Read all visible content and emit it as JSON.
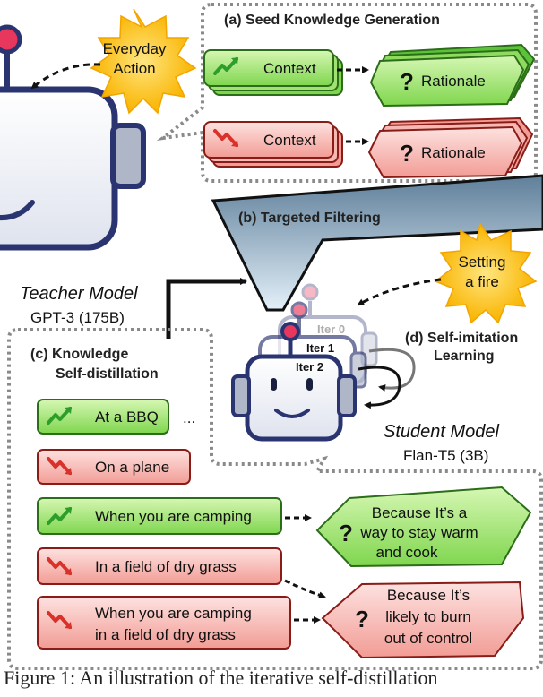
{
  "teacher": {
    "title": "Teacher Model",
    "subtitle": "GPT-3 (175B)"
  },
  "student": {
    "title": "Student Model",
    "subtitle": "Flan-T5 (3B)",
    "iterations": [
      "Iter 0",
      "Iter 1",
      "Iter 2"
    ]
  },
  "bursts": {
    "everyday_action": [
      "Everyday",
      "Action"
    ],
    "setting_fire": [
      "Setting",
      "a fire"
    ]
  },
  "panels": {
    "seed": {
      "title": "(a) Seed Knowledge Generation",
      "rows": [
        {
          "context": "Context",
          "rationale": "Rationale",
          "polarity": "positive"
        },
        {
          "context": "Context",
          "rationale": "Rationale",
          "polarity": "negative"
        }
      ]
    },
    "filtering": {
      "title": "(b) Targeted Filtering"
    },
    "self_imitation": {
      "title": [
        "(d) Self-imitation",
        "Learning"
      ]
    },
    "distillation": {
      "title": [
        "(c) Knowledge",
        "Self-distillation"
      ],
      "contexts": [
        {
          "lines": [
            "At a BBQ"
          ],
          "polarity": "positive",
          "suffix": "..."
        },
        {
          "lines": [
            "On a plane"
          ],
          "polarity": "negative"
        },
        {
          "lines": [
            "When you are camping"
          ],
          "polarity": "positive"
        },
        {
          "lines": [
            "In a field of dry grass"
          ],
          "polarity": "negative"
        },
        {
          "lines": [
            "When you are camping",
            "in a field of dry grass"
          ],
          "polarity": "negative"
        }
      ],
      "rationales": [
        {
          "lines": [
            "Because It’s a",
            "way to stay warm",
            "and cook"
          ],
          "polarity": "positive"
        },
        {
          "lines": [
            "Because It’s",
            "likely to burn",
            "out of control"
          ],
          "polarity": "negative"
        }
      ]
    }
  },
  "caption": "Figure 1: An illustration of the iterative self-distillation",
  "colors": {
    "positive_light": "#b8ec88",
    "positive_dark": "#3fae2a",
    "negative_light": "#fbd0cd",
    "negative_dark": "#e45a52",
    "funnel_top": "#5f7f9a",
    "funnel_bottom": "#dcebf6",
    "robot_body": "#eef0f6",
    "robot_outline": "#2a3470",
    "burst": "#fbbf1a"
  }
}
